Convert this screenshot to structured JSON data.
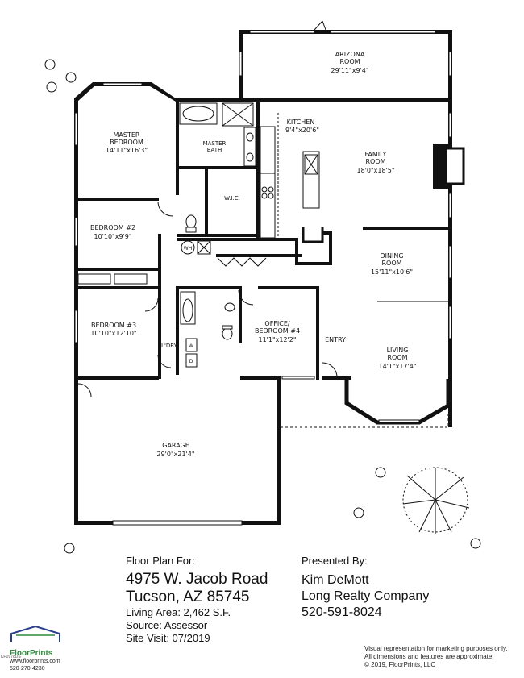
{
  "rooms": [
    {
      "name": "arizona_room",
      "label": "ARIZONA\nROOM",
      "dim": "29'11\"x9'4\""
    },
    {
      "name": "kitchen",
      "label": "KITCHEN",
      "dim": "9'4\"x20'6\""
    },
    {
      "name": "family_room",
      "label": "FAMILY\nROOM",
      "dim": "18'0\"x18'5\""
    },
    {
      "name": "master_bedroom",
      "label": "MASTER\nBEDROOM",
      "dim": "14'11\"x16'3\""
    },
    {
      "name": "master_bath",
      "label": "MASTER\nBATH",
      "dim": ""
    },
    {
      "name": "wic",
      "label": "W.I.C.",
      "dim": ""
    },
    {
      "name": "bedroom_2",
      "label": "BEDROOM #2",
      "dim": "10'10\"x9'9\""
    },
    {
      "name": "bedroom_3",
      "label": "BEDROOM #3",
      "dim": "10'10\"x12'10\""
    },
    {
      "name": "office",
      "label": "OFFICE/\nBEDROOM #4",
      "dim": "11'1\"x12'2\""
    },
    {
      "name": "dining_room",
      "label": "DINING\nROOM",
      "dim": "15'11\"x10'6\""
    },
    {
      "name": "living_room",
      "label": "LIVING\nROOM",
      "dim": "14'1\"x17'4\""
    },
    {
      "name": "entry",
      "label": "ENTRY",
      "dim": ""
    },
    {
      "name": "laundry",
      "label": "L'DRY",
      "dim": ""
    },
    {
      "name": "garage",
      "label": "GARAGE",
      "dim": "29'0\"x21'4\""
    }
  ],
  "fixtures": {
    "water_heater": "WH",
    "washer": "W",
    "dryer": "D"
  },
  "info": {
    "floor_plan_for": "Floor Plan For:",
    "address_line1": "4975 W. Jacob Road",
    "address_line2": "Tucson, AZ  85745",
    "living_area": "Living Area:  2,462 S.F.",
    "source": "Source:  Assessor",
    "site_visit": "Site Visit:  07/2019"
  },
  "presenter": {
    "presented_by": "Presented By:",
    "agent": "Kim DeMott",
    "company": "Long Realty Company",
    "phone": "520-591-8024"
  },
  "disclaimer": {
    "line1": "Visual representation for marketing purposes only.",
    "line2": "All dimensions and features are approximate.",
    "line3": "© 2019, FloorPrints, LLC"
  },
  "logo": {
    "name": "FloorPrints",
    "website": "www.floorprints.com",
    "phone": "520-270-4230",
    "vertical_text": "KP0978DS",
    "brand_color": "#2a8a3c"
  }
}
